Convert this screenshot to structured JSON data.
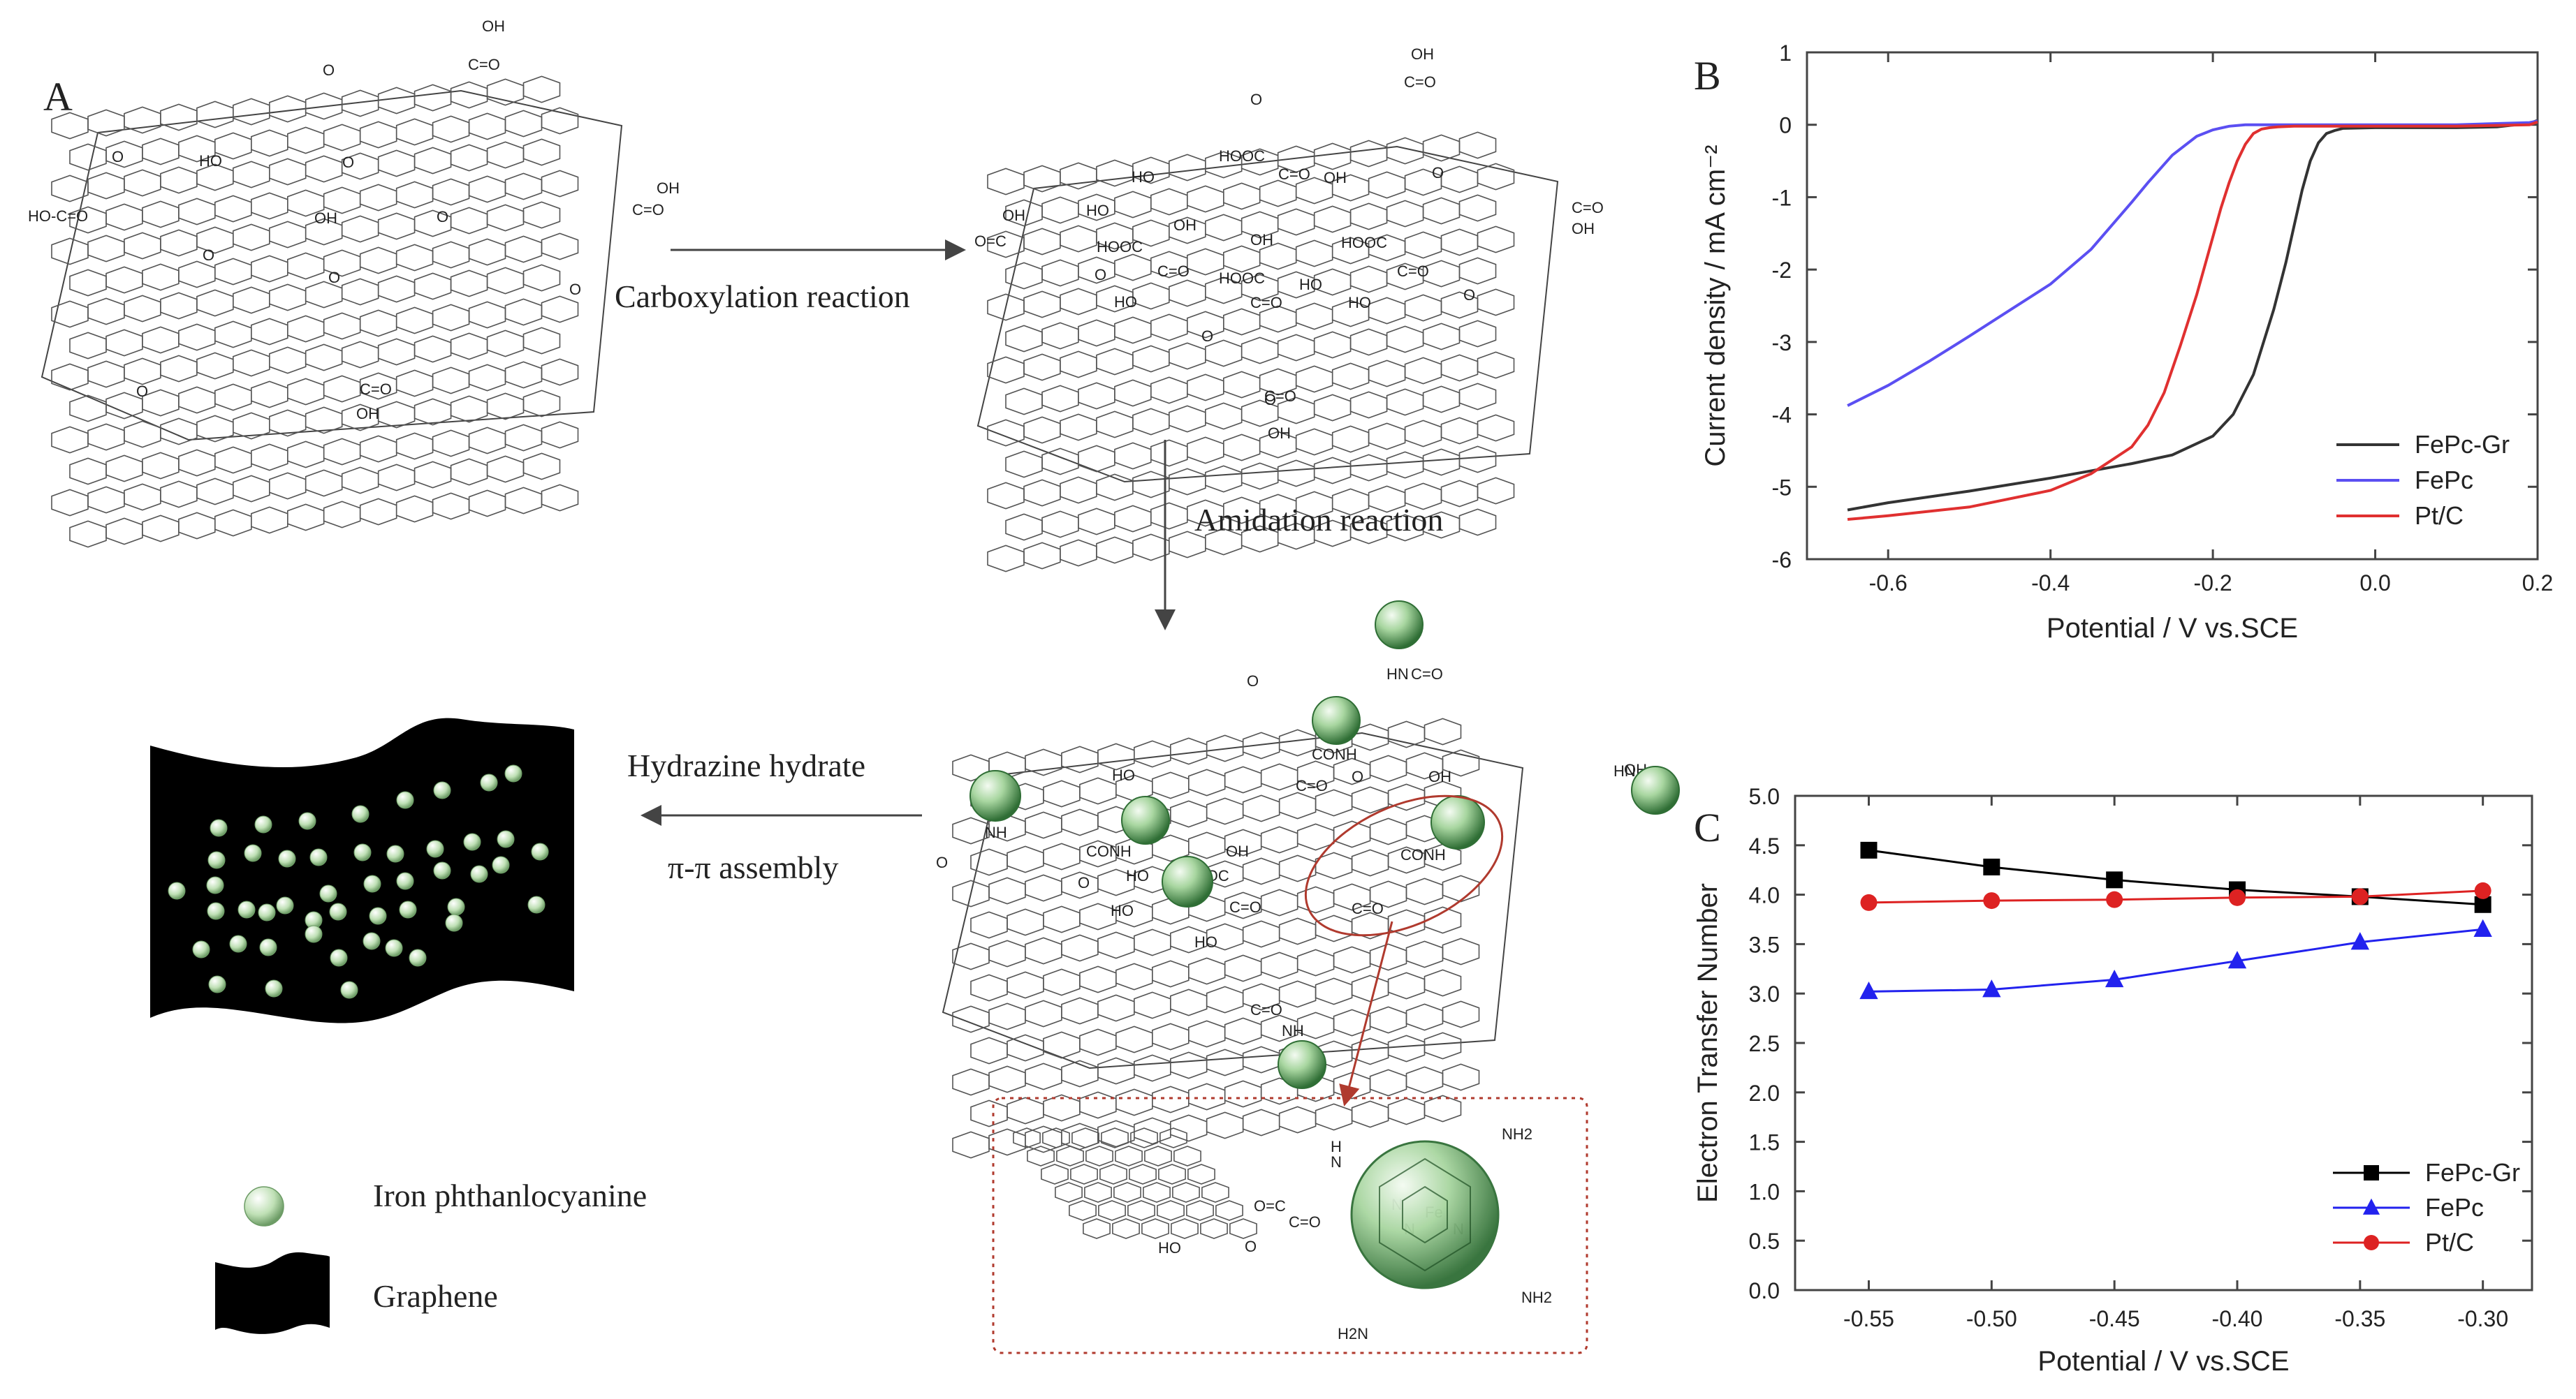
{
  "panels": {
    "a": {
      "label": "A"
    },
    "b": {
      "label": "B"
    },
    "c": {
      "label": "C"
    }
  },
  "schematic": {
    "step1_label": "Carboxylation reaction",
    "step2_label": "Amidation reaction",
    "step3_label_line1": "Hydrazine hydrate",
    "step3_label_line2": "π-π assembly",
    "legend": [
      {
        "label": "Iron phthanlocyanine"
      },
      {
        "label": "Graphene"
      }
    ],
    "sheet1_groups": [
      "OH",
      "C=O",
      "O",
      "O",
      "HO",
      "O",
      "HO-C=O",
      "OH",
      "C=O",
      "OH",
      "O",
      "O",
      "O",
      "O",
      "O",
      "C=O",
      "OH"
    ],
    "sheet2_groups": [
      "OH",
      "C=O",
      "O",
      "HOOC",
      "HO",
      "C=O",
      "OH",
      "O",
      "OH",
      "HO",
      "C=O",
      "OH",
      "O=C",
      "OH",
      "HOOC",
      "C=O",
      "O",
      "OH",
      "HOOC",
      "HO",
      "HOOC",
      "C=O",
      "O",
      "C=O",
      "HO",
      "O",
      "HO",
      "O",
      "C=O",
      "OH"
    ],
    "sheet3_groups": [
      "FePc",
      "HN",
      "C=O",
      "O",
      "FePc",
      "CONH",
      "HO",
      "C=O",
      "O",
      "OH",
      "OH",
      "HN",
      "FePc",
      "FePc",
      "NH",
      "O",
      "FePc",
      "CONH",
      "OH",
      "FePc",
      "CONH",
      "HO",
      "C=O",
      "PcFe",
      "HNOC",
      "HO",
      "C=O",
      "HO",
      "O",
      "C=O",
      "NH",
      "FePc"
    ],
    "zoom_groups": [
      "NH2",
      "H",
      "N",
      "O=C",
      "C=O",
      "HO",
      "O",
      "N",
      "Fe",
      "N",
      "N",
      "NH2",
      "H2N"
    ]
  },
  "chart_data": [
    {
      "panel": "B",
      "type": "line",
      "xlabel": "Potential / V vs.SCE",
      "ylabel": "Current density / mA cm⁻²",
      "xlim": [
        -0.7,
        0.2
      ],
      "ylim": [
        -6,
        1
      ],
      "xticks": [
        -0.6,
        -0.4,
        -0.2,
        0.0,
        0.2
      ],
      "xtick_labels": [
        "-0.6",
        "-0.4",
        "-0.2",
        "0.0",
        "0.2"
      ],
      "yticks": [
        1,
        0,
        -1,
        -2,
        -3,
        -4,
        -5,
        -6
      ],
      "ytick_labels": [
        "1",
        "0",
        "-1",
        "-2",
        "-3",
        "-4",
        "-5",
        "-6"
      ],
      "legend_position": "lower-right",
      "series": [
        {
          "name": "FePc-Gr",
          "color": "#333333",
          "x": [
            -0.65,
            -0.6,
            -0.5,
            -0.4,
            -0.3,
            -0.25,
            -0.2,
            -0.175,
            -0.15,
            -0.125,
            -0.11,
            -0.1,
            -0.09,
            -0.08,
            -0.07,
            -0.06,
            -0.05,
            -0.04,
            0.0,
            0.1,
            0.15,
            0.19,
            0.2
          ],
          "y": [
            -5.32,
            -5.22,
            -5.06,
            -4.88,
            -4.68,
            -4.56,
            -4.3,
            -4.0,
            -3.45,
            -2.55,
            -1.9,
            -1.4,
            -0.9,
            -0.5,
            -0.25,
            -0.12,
            -0.08,
            -0.05,
            -0.04,
            -0.04,
            -0.03,
            0.02,
            0.06
          ]
        },
        {
          "name": "FePc",
          "color": "#5b4ff2",
          "x": [
            -0.65,
            -0.6,
            -0.55,
            -0.5,
            -0.45,
            -0.4,
            -0.35,
            -0.3,
            -0.28,
            -0.25,
            -0.22,
            -0.2,
            -0.18,
            -0.16,
            -0.14,
            -0.12,
            -0.1,
            -0.05,
            0.0,
            0.1,
            0.19,
            0.2
          ],
          "y": [
            -3.88,
            -3.6,
            -3.27,
            -2.92,
            -2.56,
            -2.2,
            -1.72,
            -1.07,
            -0.8,
            -0.42,
            -0.16,
            -0.07,
            -0.02,
            0.0,
            0.0,
            0.0,
            0.0,
            0.0,
            0.0,
            0.0,
            0.03,
            0.05
          ]
        },
        {
          "name": "Pt/C",
          "color": "#e03030",
          "x": [
            -0.65,
            -0.6,
            -0.5,
            -0.4,
            -0.35,
            -0.3,
            -0.28,
            -0.26,
            -0.24,
            -0.22,
            -0.21,
            -0.2,
            -0.19,
            -0.18,
            -0.17,
            -0.16,
            -0.15,
            -0.14,
            -0.13,
            -0.12,
            -0.1,
            0.0,
            0.1,
            0.19,
            0.2
          ],
          "y": [
            -5.45,
            -5.4,
            -5.28,
            -5.05,
            -4.82,
            -4.45,
            -4.15,
            -3.7,
            -3.05,
            -2.35,
            -1.95,
            -1.55,
            -1.15,
            -0.8,
            -0.5,
            -0.27,
            -0.12,
            -0.06,
            -0.04,
            -0.03,
            -0.02,
            -0.02,
            -0.02,
            0.0,
            0.04
          ]
        }
      ]
    },
    {
      "panel": "C",
      "type": "line",
      "xlabel": "Potential / V vs.SCE",
      "ylabel": "Electron Transfer Number",
      "xlim": [
        -0.58,
        -0.28
      ],
      "ylim": [
        0.0,
        5.0
      ],
      "xticks": [
        -0.55,
        -0.5,
        -0.45,
        -0.4,
        -0.35,
        -0.3
      ],
      "xtick_labels": [
        "-0.55",
        "-0.50",
        "-0.45",
        "-0.40",
        "-0.35",
        "-0.30"
      ],
      "yticks": [
        0.0,
        0.5,
        1.0,
        1.5,
        2.0,
        2.5,
        3.0,
        3.5,
        4.0,
        4.5,
        5.0
      ],
      "ytick_labels": [
        "0.0",
        "0.5",
        "1.0",
        "1.5",
        "2.0",
        "2.5",
        "3.0",
        "3.5",
        "4.0",
        "4.5",
        "5.0"
      ],
      "legend_position": "lower-right",
      "series": [
        {
          "name": "FePc-Gr",
          "color": "#000000",
          "marker": "square",
          "x": [
            -0.55,
            -0.5,
            -0.45,
            -0.4,
            -0.35,
            -0.3
          ],
          "y": [
            4.45,
            4.28,
            4.15,
            4.05,
            3.98,
            3.9
          ]
        },
        {
          "name": "FePc",
          "color": "#2222ee",
          "marker": "triangle",
          "x": [
            -0.55,
            -0.5,
            -0.45,
            -0.4,
            -0.35,
            -0.3
          ],
          "y": [
            3.02,
            3.04,
            3.14,
            3.33,
            3.52,
            3.65
          ]
        },
        {
          "name": "Pt/C",
          "color": "#dd2222",
          "marker": "circle",
          "x": [
            -0.55,
            -0.5,
            -0.45,
            -0.4,
            -0.35,
            -0.3
          ],
          "y": [
            3.92,
            3.94,
            3.95,
            3.97,
            3.98,
            4.04
          ]
        }
      ]
    }
  ]
}
